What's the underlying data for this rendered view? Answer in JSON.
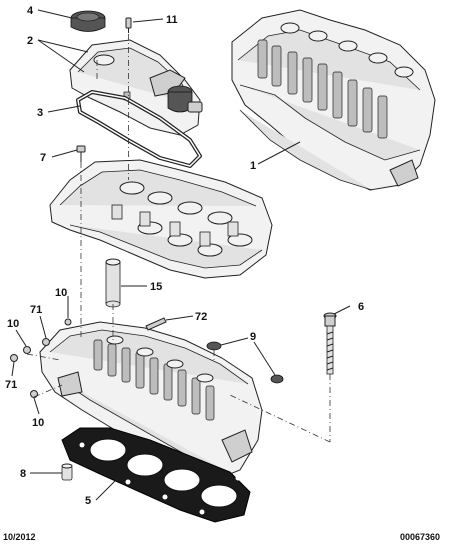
{
  "callouts": {
    "c1": "1",
    "c2": "2",
    "c3": "3",
    "c4": "4",
    "c5": "5",
    "c6": "6",
    "c7": "7",
    "c8": "8",
    "c9": "9",
    "c10a": "10",
    "c10b": "10",
    "c10c": "10",
    "c11": "11",
    "c15": "15",
    "c71a": "71",
    "c71b": "71",
    "c72": "72"
  },
  "footer": {
    "date": "10/2012",
    "reference": "00067360"
  }
}
